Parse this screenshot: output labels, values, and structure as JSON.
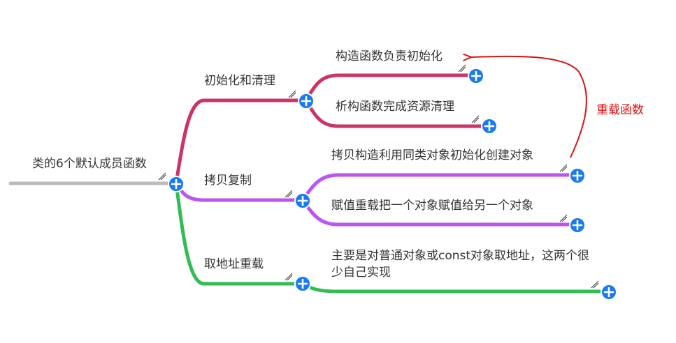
{
  "root": {
    "label": "类的6个默认成员函数"
  },
  "branches": [
    {
      "label": "初始化和清理",
      "color": "#cc3366",
      "children": [
        {
          "label": "构造函数负责初始化"
        },
        {
          "label": "析构函数完成资源清理"
        }
      ]
    },
    {
      "label": "拷贝复制",
      "color": "#bb55ee",
      "children": [
        {
          "label": "拷贝构造利用同类对象初始化创建对象"
        },
        {
          "label": "赋值重载把一个对象赋值给另一个对象"
        }
      ]
    },
    {
      "label": "取地址重载",
      "color": "#33bb55",
      "children": [
        {
          "label": "主要是对普通对象或const对象取地址，这两个很少自己实现"
        }
      ]
    }
  ],
  "annotation": {
    "label": "重载函数",
    "color": "#dd1111"
  },
  "colors": {
    "root_line": "#bbbbbb",
    "expand_button": "#1a7bf0"
  },
  "icons": {
    "expand": "plus-circle-icon",
    "resize": "resize-handle-icon"
  }
}
